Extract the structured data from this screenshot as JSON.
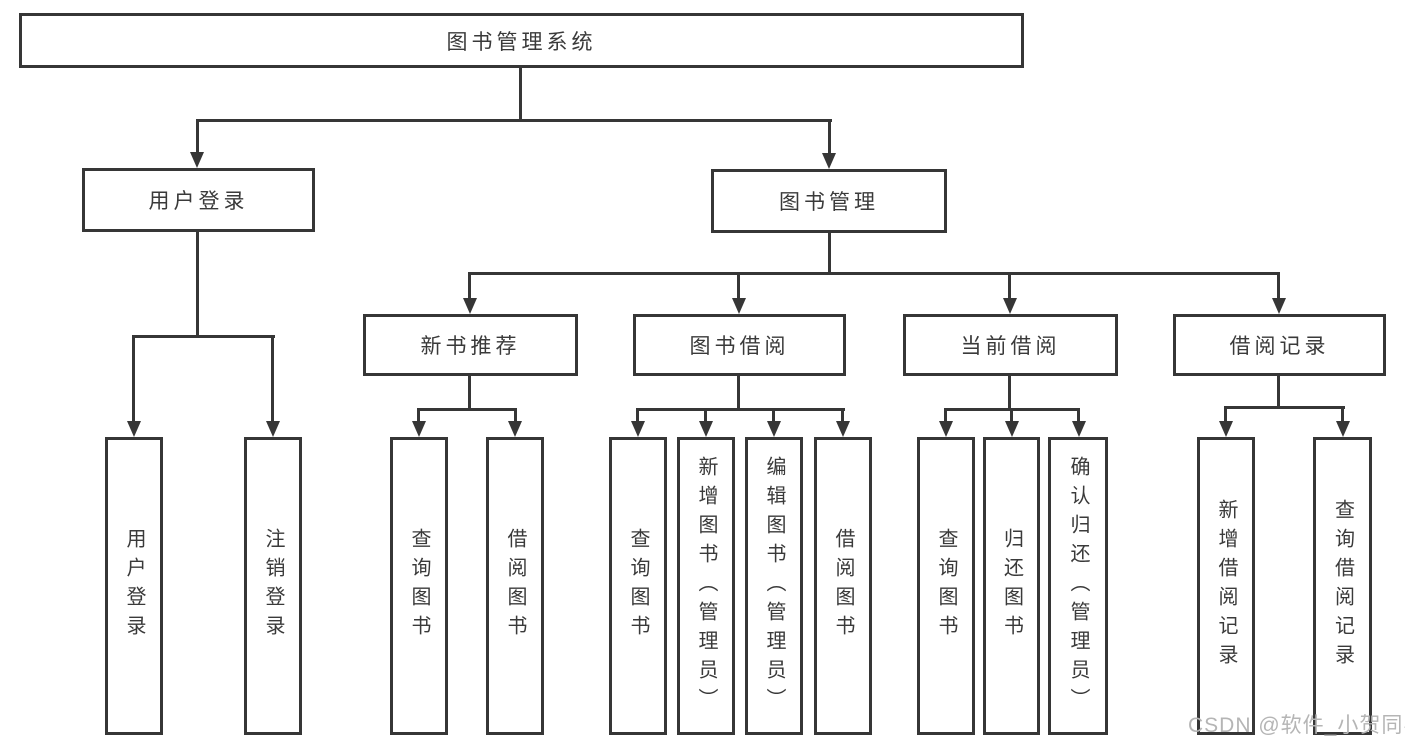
{
  "diagram": {
    "root": {
      "label": "图书管理系统"
    },
    "level2": {
      "user_login": {
        "label": "用户登录",
        "children": [
          "用户登录",
          "注销登录"
        ]
      },
      "book_management": {
        "label": "图书管理"
      }
    },
    "level3": {
      "new_book_recommend": {
        "label": "新书推荐",
        "children": [
          "查询图书",
          "借阅图书"
        ]
      },
      "book_borrowing": {
        "label": "图书借阅",
        "children": [
          "查询图书",
          "新增图书（管理员）",
          "编辑图书（管理员）",
          "借阅图书"
        ]
      },
      "current_borrowing": {
        "label": "当前借阅",
        "children": [
          "查询图书",
          "归还图书",
          "确认归还（管理员）"
        ]
      },
      "borrowing_records": {
        "label": "借阅记录",
        "children": [
          "新增借阅记录",
          "查询借阅记录"
        ]
      }
    }
  },
  "watermark": {
    "text": "CSDN @软件_小贺同学",
    "color": "#b5b5b5"
  },
  "colors": {
    "line": "#363636",
    "text": "#3a3a3a",
    "background": "#ffffff"
  }
}
